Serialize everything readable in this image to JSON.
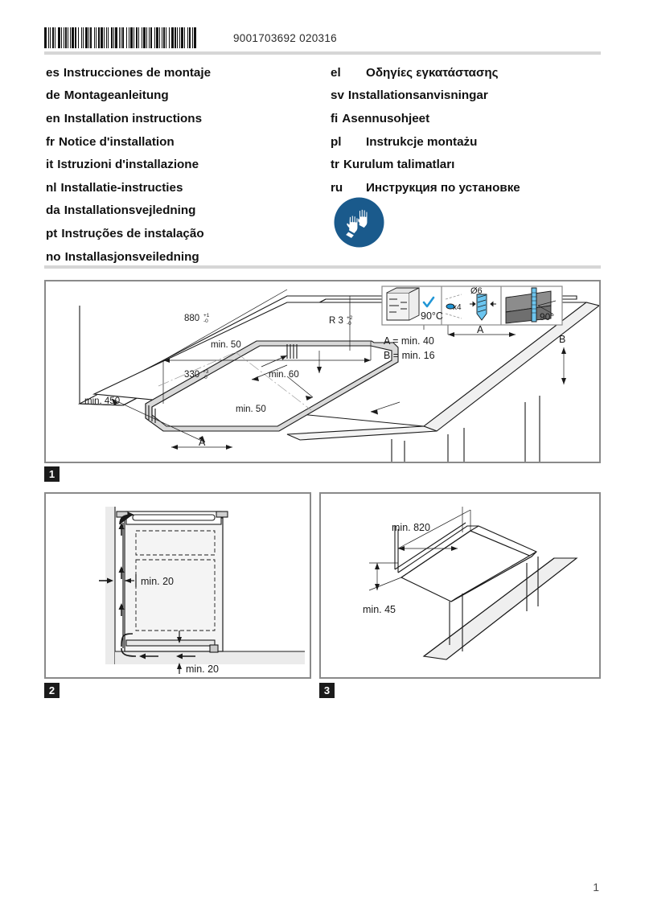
{
  "header": {
    "doc_number": "9001703692 020316",
    "barcode_name": "barcode"
  },
  "languages": {
    "left": [
      {
        "code": "es",
        "title": "Instrucciones de montaje"
      },
      {
        "code": "de",
        "title": "Montageanleitung"
      },
      {
        "code": "en",
        "title": "Installation instructions"
      },
      {
        "code": "fr",
        "title": "Notice d'installation"
      },
      {
        "code": "it",
        "title": "Istruzioni d'installazione"
      },
      {
        "code": "nl",
        "title": "Installatie-instructies"
      },
      {
        "code": "da",
        "title": "Installationsvejledning"
      },
      {
        "code": "pt",
        "title": "Instruções de instalação"
      },
      {
        "code": "no",
        "title": "Installasjonsveiledning"
      }
    ],
    "right": [
      {
        "code": "el",
        "title": "Οδηγίες εγκατάστασης",
        "wide": true
      },
      {
        "code": "sv",
        "title": "Installationsanvisningar",
        "wide": false
      },
      {
        "code": "fi",
        "title": "Asennusohjeet",
        "wide": false
      },
      {
        "code": "pl",
        "title": "Instrukcje montażu",
        "wide": true
      },
      {
        "code": "tr",
        "title": "Kurulum talimatları",
        "wide": false
      },
      {
        "code": "ru",
        "title": "Инструкция по установке",
        "wide": true
      }
    ]
  },
  "safety_symbol": {
    "name": "wear-protective-gloves",
    "color": "#1a5a8c"
  },
  "figures": [
    {
      "badge": "1",
      "labels": {
        "width": "880",
        "width_tol_plus": "+1",
        "width_tol_minus": "-0",
        "depth": "330",
        "depth_tol_plus": "+3",
        "depth_tol_minus": "-0",
        "radius": "R 3",
        "radius_tol_plus": "+2",
        "radius_tol_minus": "-0",
        "min_rear": "min. 50",
        "min_side": "min. 60",
        "min_front": "min. 50",
        "min_depth": "min. 450",
        "marker_a_1": "A",
        "marker_a_2": "A",
        "marker_b": "B"
      },
      "detail": {
        "temperature": "90°C",
        "drill_diameter": "Ø6",
        "drill_count": "x4",
        "angle": "90°"
      },
      "notes": [
        "A = min. 40",
        "B = min. 16"
      ]
    },
    {
      "badge": "2",
      "labels": {
        "gap_side": "min. 20",
        "gap_bottom": "min. 20"
      }
    },
    {
      "badge": "3",
      "labels": {
        "width": "min. 820",
        "height": "min. 45"
      }
    }
  ],
  "footer": {
    "page_number": "1"
  }
}
